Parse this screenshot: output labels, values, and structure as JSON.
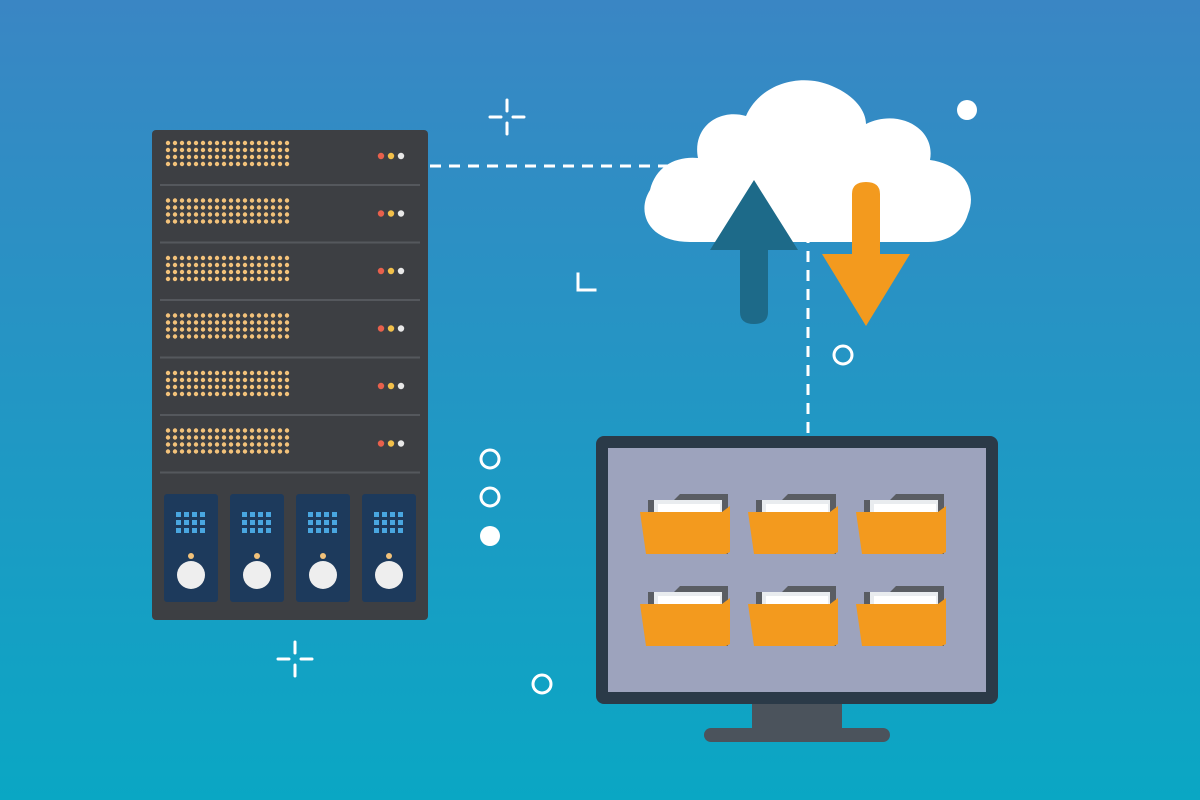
{
  "colors": {
    "bg_top": "#3a86c4",
    "bg_bottom": "#0aa7c4",
    "server_body": "#3d3f43",
    "server_led_bar": "#f3c27a",
    "server_divider": "#55585d",
    "led_red": "#e8604c",
    "led_yellow": "#f2c04a",
    "led_white": "#e8e8e8",
    "drive_bay": "#1d3a5c",
    "drive_dots": "#49a6e0",
    "drive_button": "#eeeeee",
    "drive_indicator": "#f2c27a",
    "cloud": "#ffffff",
    "upload_arrow": "#1d6a89",
    "download_arrow": "#f39a1e",
    "dashed_line": "#ffffff",
    "monitor_frame": "#2b3a48",
    "monitor_screen": "#9da3bd",
    "monitor_stand": "#4b535c",
    "folder_back": "#5a5d63",
    "folder_paper": "#e9ecef",
    "folder_front": "#f39a1e",
    "decoration": "#ffffff"
  },
  "icons": {
    "server": "server-rack-icon",
    "cloud": "cloud-icon",
    "upload": "upload-arrow-icon",
    "download": "download-arrow-icon",
    "monitor": "monitor-icon",
    "folder": "folder-icon",
    "sparkle": "sparkle-icon",
    "ring": "ring-icon"
  },
  "server": {
    "units": 6,
    "drive_bays": 4
  },
  "monitor": {
    "folder_rows": 2,
    "folder_columns": 3
  }
}
